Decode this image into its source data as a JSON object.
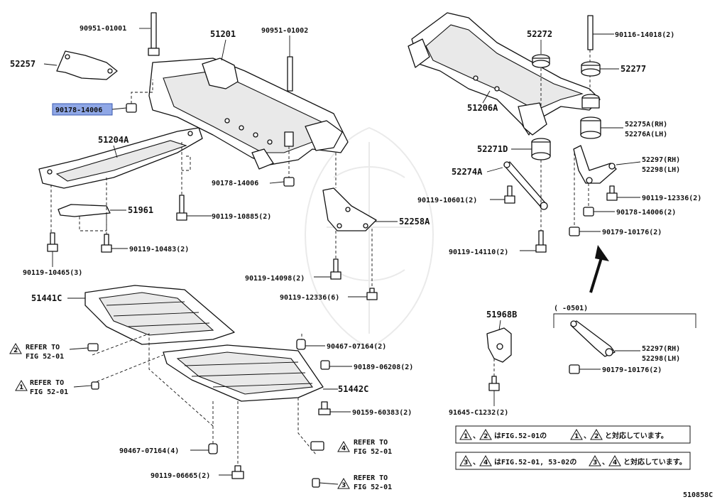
{
  "labels": {
    "p90951_01001": "90951-01001",
    "p51201": "51201",
    "p90951_01002": "90951-01002",
    "p52257": "52257",
    "p90178_14006_hl": "90178-14006",
    "p51204A": "51204A",
    "p90178_14006_c": "90178-14006",
    "p51961": "51961",
    "p90119_10885": "90119-10885(2)",
    "p90119_10483": "90119-10483(2)",
    "p90119_10465": "90119-10465(3)",
    "p52258A": "52258A",
    "p90119_14098": "90119-14098(2)",
    "p90119_12336_6": "90119-12336(6)",
    "p51441C": "51441C",
    "p90467_07164_2": "90467-07164(2)",
    "p90189_06208": "90189-06208(2)",
    "p51442C": "51442C",
    "p90159_60383": "90159-60383(2)",
    "p90467_07164_4": "90467-07164(4)",
    "p90119_06665": "90119-06665(2)",
    "p52272": "52272",
    "p90116_14018": "90116-14018(2)",
    "p52277": "52277",
    "p51206A": "51206A",
    "p52275A": "52275A(RH)",
    "p52276A": "52276A(LH)",
    "p52271D": "52271D",
    "p52297_a": "52297(RH)",
    "p52298_a": "52298(LH)",
    "p52274A": "52274A",
    "p90119_10601": "90119-10601(2)",
    "p90119_12336_2": "90119-12336(2)",
    "p90178_14006_2": "90178-14006(2)",
    "p90179_10176_a": "90179-10176(2)",
    "p90119_14110": "90119-14110(2)",
    "range": "(    -0501)",
    "p51968B": "51968B",
    "p52297_b": "52297(RH)",
    "p52298_b": "52298(LH)",
    "p90179_10176_b": "90179-10176(2)",
    "p91645_C1232": "91645-C1232(2)",
    "diagram_code": "510858C"
  },
  "refers": [
    {
      "num": "2",
      "line1": "REFER TO",
      "line2": "FIG 52-01"
    },
    {
      "num": "1",
      "line1": "REFER TO",
      "line2": "FIG 52-01"
    },
    {
      "num": "4",
      "line1": "REFER TO",
      "line2": "FIG 52-01"
    },
    {
      "num": "3",
      "line1": "REFER TO",
      "line2": "FIG 52-01"
    }
  ],
  "notes": {
    "note1_a": "1",
    "note1_b": "2",
    "note1_text1": "はFIG.52-01の",
    "note1_c": "1",
    "note1_d": "2",
    "note1_text2": "と対応しています。",
    "note2_a": "3",
    "note2_b": "4",
    "note2_text1": "はFIG.52-01, 53-02の",
    "note2_c": "3",
    "note2_d": "4",
    "note2_text2": "と対応しています。"
  },
  "colors": {
    "highlight": "#8fa7e6",
    "ink": "#111111"
  }
}
